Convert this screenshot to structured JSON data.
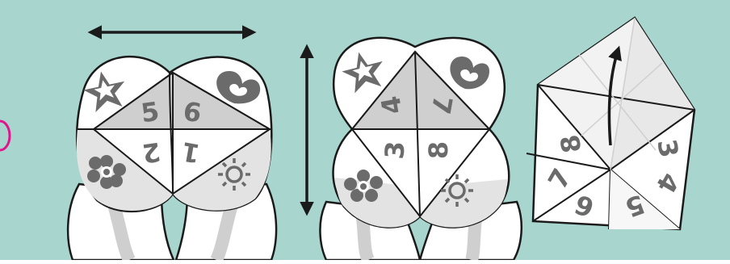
{
  "colors": {
    "background": "#a8d6cf",
    "paper": "#ffffff",
    "paper_shade": "#e3e3e3",
    "paper_dark": "#cfcfcf",
    "ink": "#1a1a1a",
    "glyph": "#6b6b6b",
    "accent_pink": "#e0148c"
  },
  "panels": [
    {
      "id": "left",
      "motion": "horizontal",
      "icons": [
        "star-icon",
        "heart-icon",
        "flower-icon",
        "sun-icon"
      ],
      "numbers": [
        "5",
        "6",
        "2",
        "1"
      ]
    },
    {
      "id": "middle",
      "motion": "vertical",
      "icons": [
        "star-icon",
        "heart-icon",
        "flower-icon",
        "sun-icon"
      ],
      "numbers": [
        "4",
        "7",
        "3",
        "8"
      ]
    },
    {
      "id": "right",
      "motion": "open-flap",
      "numbers": [
        "8",
        "7",
        "6",
        "5",
        "4",
        "3"
      ]
    }
  ]
}
